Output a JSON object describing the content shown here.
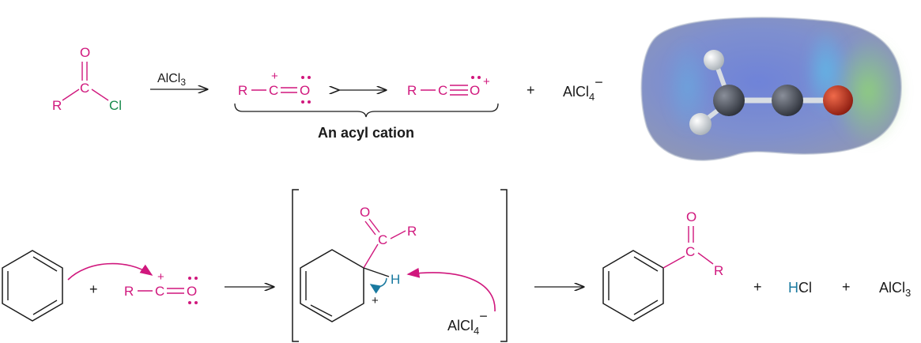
{
  "colors": {
    "magenta": "#d0177d",
    "green": "#178a4c",
    "teal": "#1a7aa0",
    "black": "#1a1a1a"
  },
  "text": {
    "o": "O",
    "c": "C",
    "r": "R",
    "h": "H",
    "cl": "Cl",
    "plus": "+",
    "catalyst_base": "AlCl",
    "catalyst_sub": "3",
    "anion_base": "AlCl",
    "anion_sub": "4",
    "minus": "−",
    "hcl_h": "H",
    "hcl_cl": "Cl",
    "caption": "An acyl cation"
  },
  "icons": {
    "electrostatic_map": "electrostatic-potential-map"
  }
}
